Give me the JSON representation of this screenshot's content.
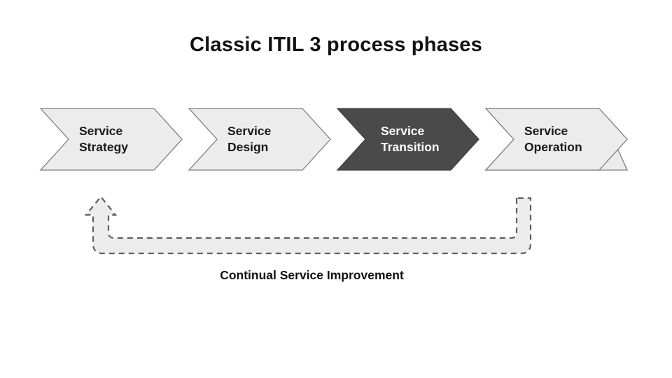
{
  "title": "Classic ITIL 3 process phases",
  "phases": [
    {
      "label": "Service\nStrategy",
      "variant": "light"
    },
    {
      "label": "Service\nDesign",
      "variant": "light"
    },
    {
      "label": "Service\nTransition",
      "variant": "dark"
    },
    {
      "label": "Service\nOperation",
      "variant": "light"
    }
  ],
  "feedback_loop": {
    "label": "Continual Service Improvement",
    "direction": "right-to-left, arrowhead pointing up at first phase"
  },
  "colors": {
    "background": "#ffffff",
    "phase_light_fill": "#ececec",
    "phase_light_stroke": "#7f7f7f",
    "phase_dark_fill": "#4a4a4a",
    "phase_dark_stroke": "#404040",
    "phase_light_text": "#1a1a1a",
    "phase_dark_text": "#ffffff",
    "loop_fill": "#ececec",
    "loop_dash_stroke": "#5f5f5f",
    "title_text": "#111111"
  }
}
